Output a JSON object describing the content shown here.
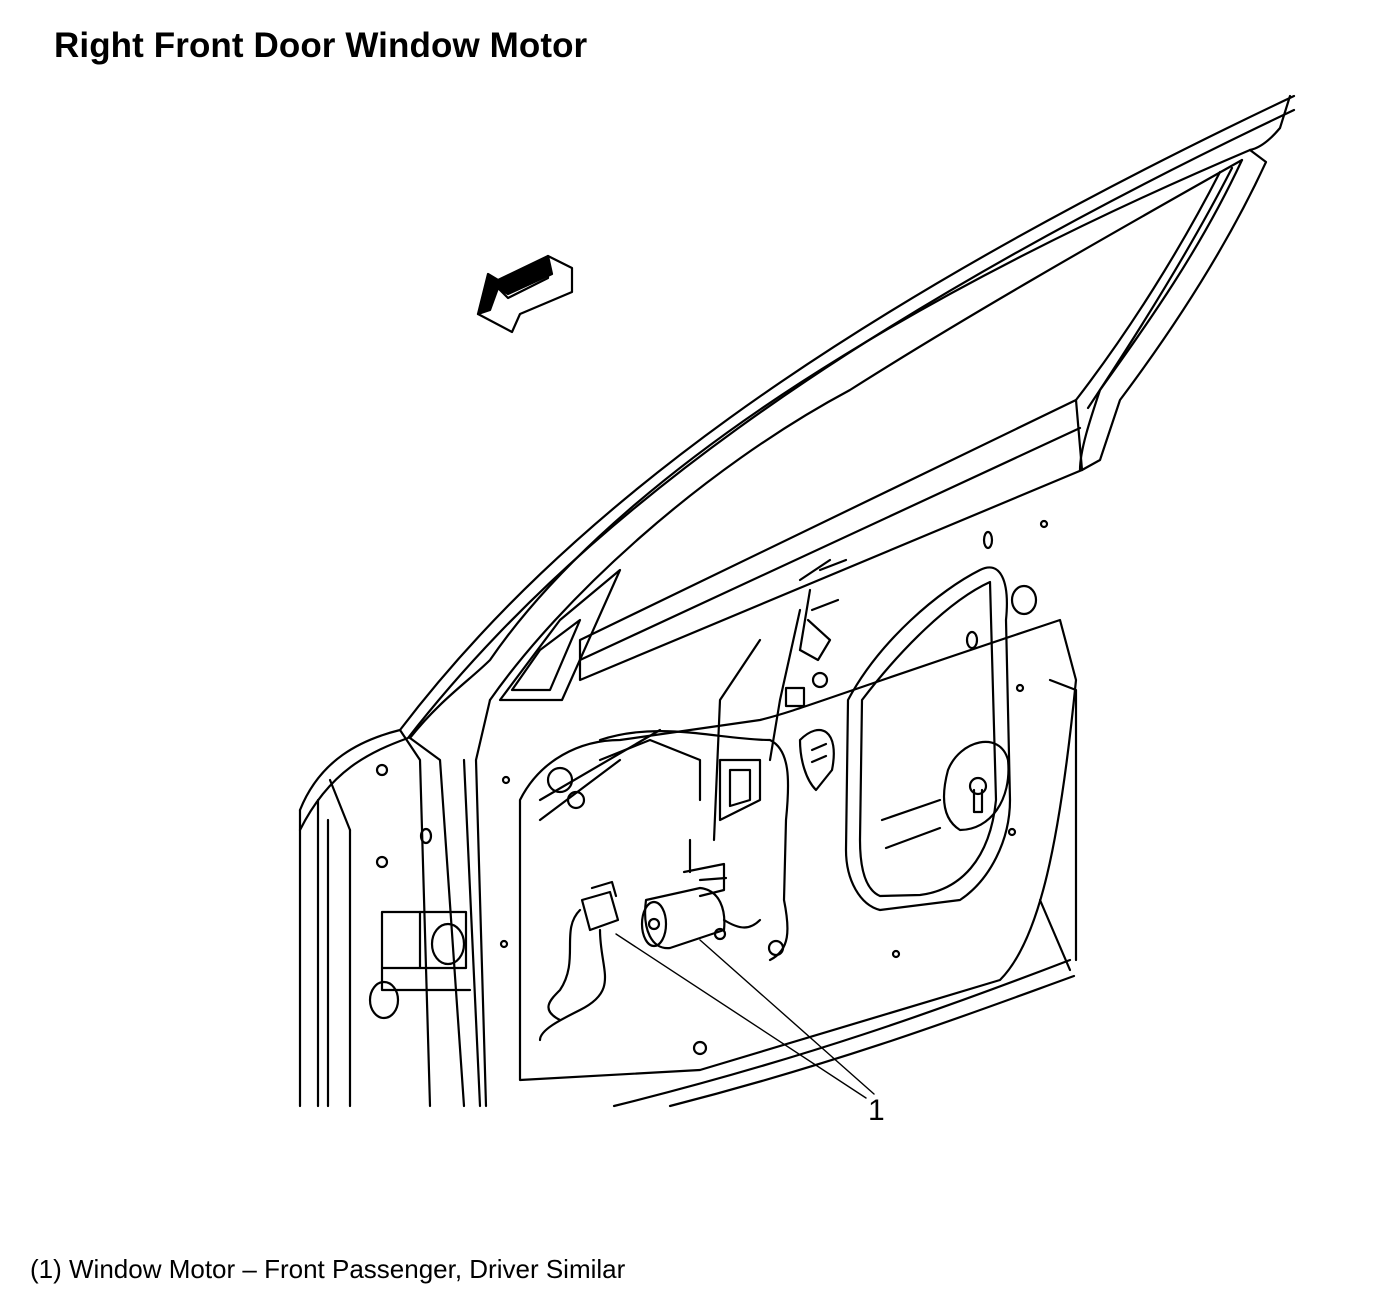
{
  "title": "Right Front Door Window Motor",
  "callouts": [
    {
      "number": "1"
    }
  ],
  "legend": [
    {
      "text": "(1) Window Motor – Front Passenger, Driver Similar"
    }
  ],
  "icons": [
    "direction-arrow-icon"
  ]
}
